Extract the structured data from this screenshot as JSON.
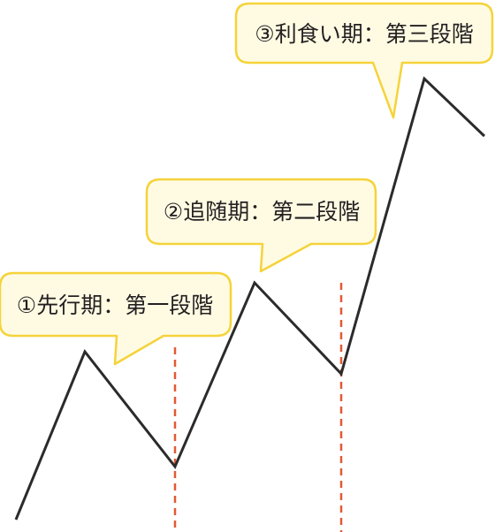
{
  "colors": {
    "line": "#2b2b2b",
    "divider": "#e25a33",
    "bubble_fill": "#fffbe3",
    "bubble_stroke": "#f5d33a",
    "text": "#231f20"
  },
  "phases": [
    {
      "label": "①先行期：第一段階"
    },
    {
      "label": "②追随期：第二段階"
    },
    {
      "label": "③利食い期：第三段階"
    }
  ]
}
